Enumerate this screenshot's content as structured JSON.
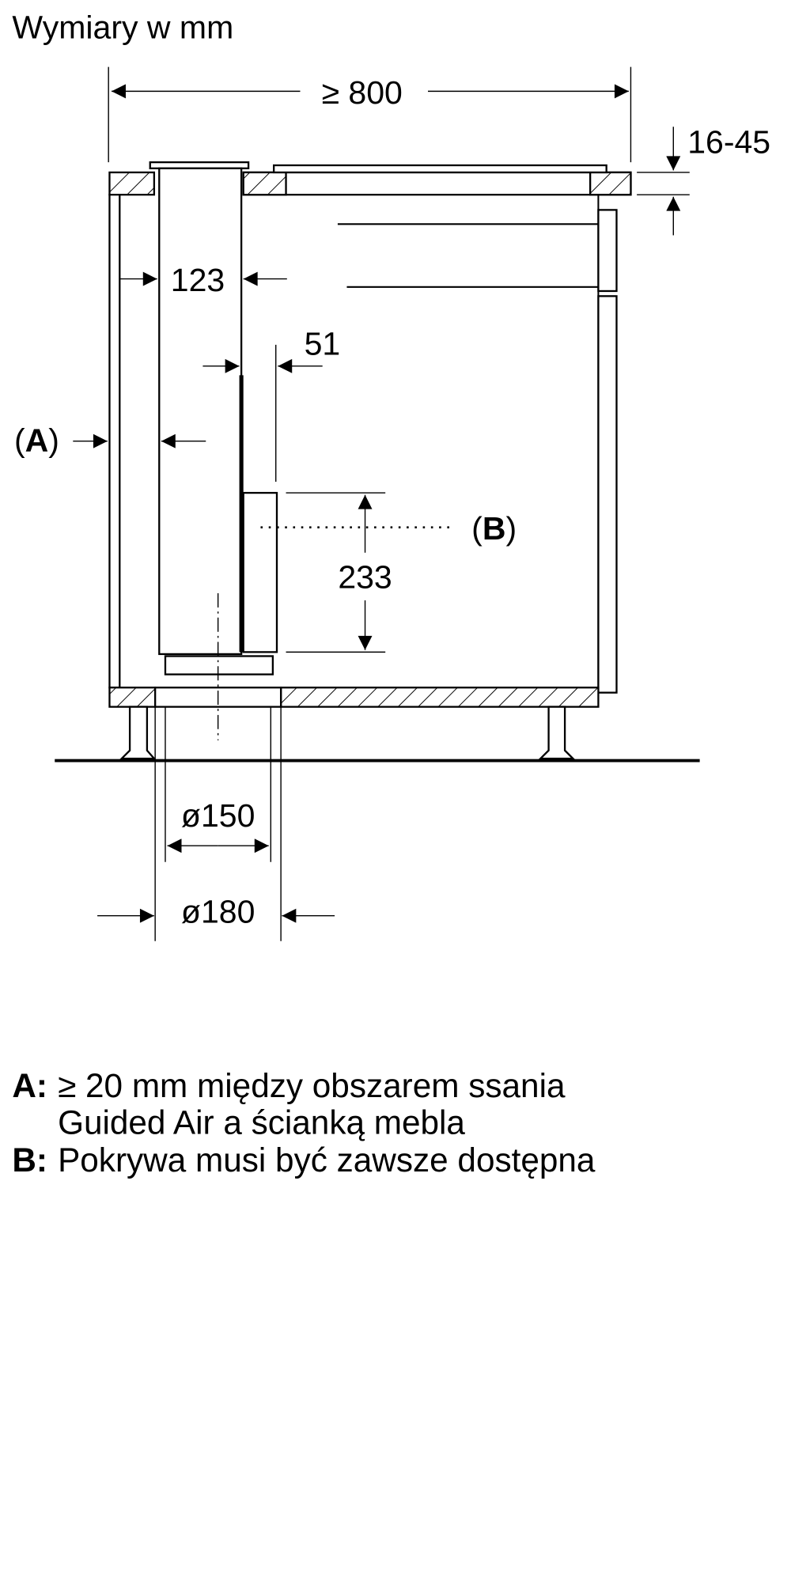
{
  "title": "Wymiary w mm",
  "dimensions": {
    "width": "≥ 800",
    "countertop": "16-45",
    "duct_gap": "123",
    "plate_gap": "51",
    "cover_height": "233",
    "d150": "ø150",
    "d180": "ø180"
  },
  "labels": {
    "a_open": "(",
    "a": "A",
    "a_close": ")",
    "b_open": "(",
    "b": "B",
    "b_close": ")"
  },
  "legend": [
    {
      "key": "A:",
      "lines": [
        "≥ 20 mm między obszarem ssania",
        "Guided Air a ścianką mebla"
      ]
    },
    {
      "key": "B:",
      "lines": [
        "Pokrywa musi być zawsze dostępna"
      ]
    }
  ]
}
